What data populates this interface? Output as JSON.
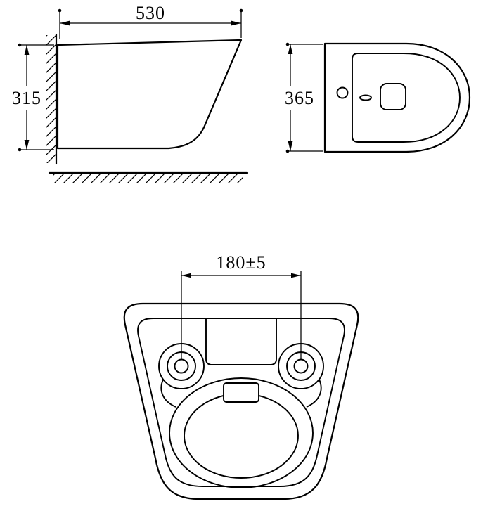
{
  "page": {
    "background": "#ffffff",
    "line_color": "#000000"
  },
  "drawing": {
    "dimensions": {
      "side_width": "530",
      "side_height": "315",
      "front_height": "365",
      "bolt_spacing": "180±5"
    }
  }
}
